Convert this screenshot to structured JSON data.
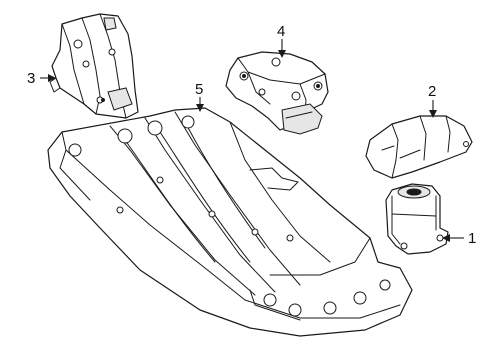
{
  "diagram": {
    "callouts": [
      {
        "id": "1",
        "label": "1",
        "part": "engine-mount-lower"
      },
      {
        "id": "2",
        "label": "2",
        "part": "heat-shield"
      },
      {
        "id": "3",
        "label": "3",
        "part": "engine-mount-bracket"
      },
      {
        "id": "4",
        "label": "4",
        "part": "transmission-mount-bracket"
      },
      {
        "id": "5",
        "label": "5",
        "part": "crossmember"
      }
    ],
    "line_color": "#1a1a1a",
    "background": "#ffffff"
  }
}
